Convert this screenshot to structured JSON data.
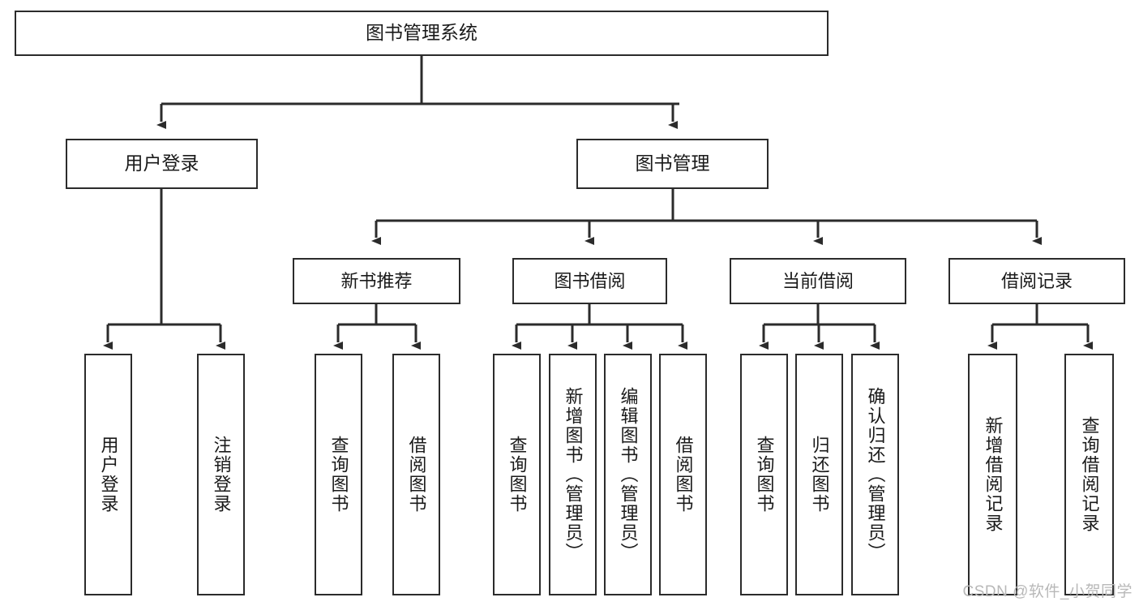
{
  "diagram": {
    "title": "图书管理系统",
    "type": "tree-hierarchy",
    "root": {
      "id": "root",
      "label": "图书管理系统"
    },
    "tier2": [
      {
        "id": "user-login",
        "label": "用户登录"
      },
      {
        "id": "book-management",
        "label": "图书管理"
      }
    ],
    "tier3": [
      {
        "id": "new-book-recommend",
        "label": "新书推荐",
        "parent": "book-management"
      },
      {
        "id": "book-borrow",
        "label": "图书借阅",
        "parent": "book-management"
      },
      {
        "id": "current-borrow",
        "label": "当前借阅",
        "parent": "book-management"
      },
      {
        "id": "borrow-record",
        "label": "借阅记录",
        "parent": "book-management"
      }
    ],
    "leaves": [
      {
        "id": "leaf-user-login",
        "label": "用户登录",
        "parent": "user-login"
      },
      {
        "id": "leaf-logout-login",
        "label": "注销登录",
        "parent": "user-login"
      },
      {
        "id": "leaf-query-book-1",
        "label": "查询图书",
        "parent": "new-book-recommend"
      },
      {
        "id": "leaf-borrow-book-1",
        "label": "借阅图书",
        "parent": "new-book-recommend"
      },
      {
        "id": "leaf-query-book-2",
        "label": "查询图书",
        "parent": "book-borrow"
      },
      {
        "id": "leaf-add-book-admin",
        "label": "新增图书（管理员）",
        "parent": "book-borrow"
      },
      {
        "id": "leaf-edit-book-admin",
        "label": "编辑图书（管理员）",
        "parent": "book-borrow"
      },
      {
        "id": "leaf-borrow-book-2",
        "label": "借阅图书",
        "parent": "book-borrow"
      },
      {
        "id": "leaf-query-book-3",
        "label": "查询图书",
        "parent": "current-borrow"
      },
      {
        "id": "leaf-return-book",
        "label": "归还图书",
        "parent": "current-borrow"
      },
      {
        "id": "leaf-confirm-return-admin",
        "label": "确认归还（管理员）",
        "parent": "current-borrow"
      },
      {
        "id": "leaf-add-borrow-record",
        "label": "新增借阅记录",
        "parent": "borrow-record"
      },
      {
        "id": "leaf-query-borrow-record",
        "label": "查询借阅记录",
        "parent": "borrow-record"
      }
    ]
  },
  "watermark": {
    "text": "CSDN @软件_小贺同学"
  },
  "colors": {
    "stroke": "#2b2b2b",
    "background": "#ffffff",
    "text": "#1a1a1a",
    "watermark": "#b8b8b8"
  }
}
